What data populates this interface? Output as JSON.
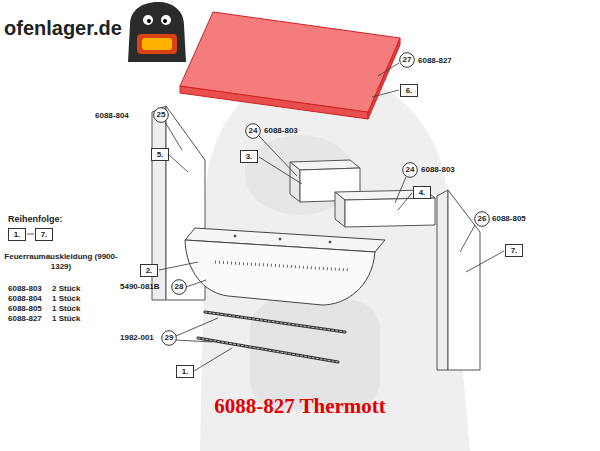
{
  "diagram": {
    "title": "6088-827 Thermott",
    "nodes": [
      {
        "text": [
          "27"
        ]
      },
      {
        "text": [
          "6."
        ]
      },
      {
        "text": [
          "25"
        ]
      },
      {
        "text": [
          "5."
        ]
      },
      {
        "text": [
          "24"
        ]
      },
      {
        "text": [
          "3."
        ]
      },
      {
        "text": [
          "24"
        ]
      },
      {
        "text": [
          "4."
        ]
      },
      {
        "text": [
          "26"
        ]
      },
      {
        "text": [
          "7."
        ]
      },
      {
        "text": [
          "1."
        ]
      },
      {
        "text": [
          "7."
        ]
      },
      {
        "text": [
          "2."
        ]
      },
      {
        "text": [
          "28"
        ]
      },
      {
        "text": [
          "29"
        ]
      },
      {
        "text": [
          "1."
        ]
      }
    ],
    "labels": [
      "ofenlager.de",
      "6088-827",
      "6088-804",
      "6088-803",
      "6088-803",
      "6088-805",
      "Reihenfolge:",
      "Feuerraumauskleidung (9900-1329)",
      "6088-803",
      "2 Stück",
      "6088-804",
      "1 Stück",
      "6088-805",
      "1 Stück",
      "6088-827",
      "1 Stück",
      "5490-081B",
      "1982-001"
    ]
  }
}
